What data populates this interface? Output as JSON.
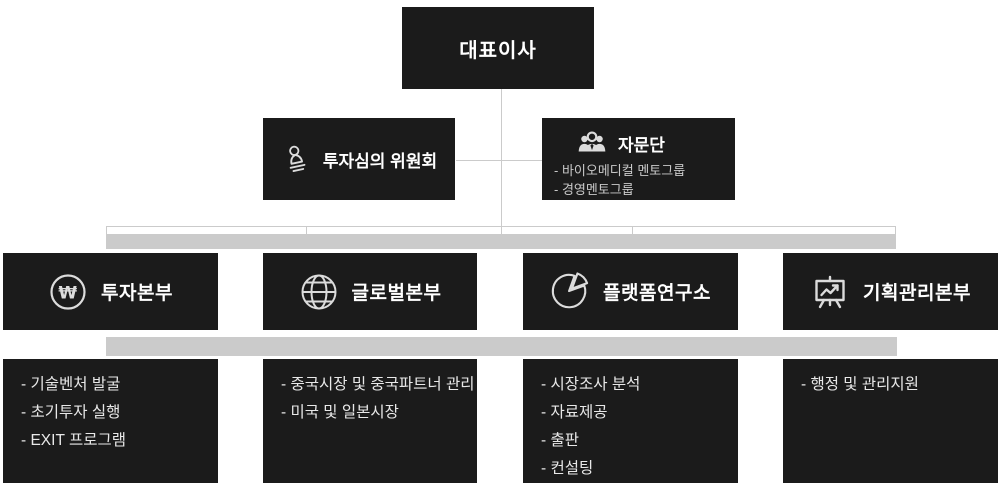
{
  "chart": {
    "type": "org-chart",
    "root": {
      "title": "대표이사"
    },
    "level2": [
      {
        "title": "투자심의 위원회",
        "icon": "stamp-icon",
        "items": []
      },
      {
        "title": "자문단",
        "icon": "people-group-icon",
        "items": [
          "- 바이오메디컬 멘토그룹",
          "- 경영멘토그룹"
        ]
      }
    ],
    "divisions": [
      {
        "title": "투자본부",
        "icon": "won-circle-icon",
        "items": [
          "- 기술벤처 발굴",
          "- 초기투자 실행",
          "- EXIT 프로그램"
        ]
      },
      {
        "title": "글로벌본부",
        "icon": "globe-icon",
        "items": [
          "- 중국시장 및 중국파트너 관리",
          "- 미국 및 일본시장"
        ]
      },
      {
        "title": "플랫폼연구소",
        "icon": "pie-chart-icon",
        "items": [
          "- 시장조사 분석",
          "- 자료제공",
          "- 출판",
          "- 컨설팅"
        ]
      },
      {
        "title": "기획관리본부",
        "icon": "presentation-chart-icon",
        "items": [
          "- 행정 및 관리지원"
        ]
      }
    ],
    "colors": {
      "box_bg": "#1b1b1b",
      "connector": "#cbcbcb",
      "title_text": "#ffffff",
      "list_text": "#e8e8e8",
      "sub_text": "#c9c9c9",
      "icon": "#dcdcdc"
    }
  }
}
